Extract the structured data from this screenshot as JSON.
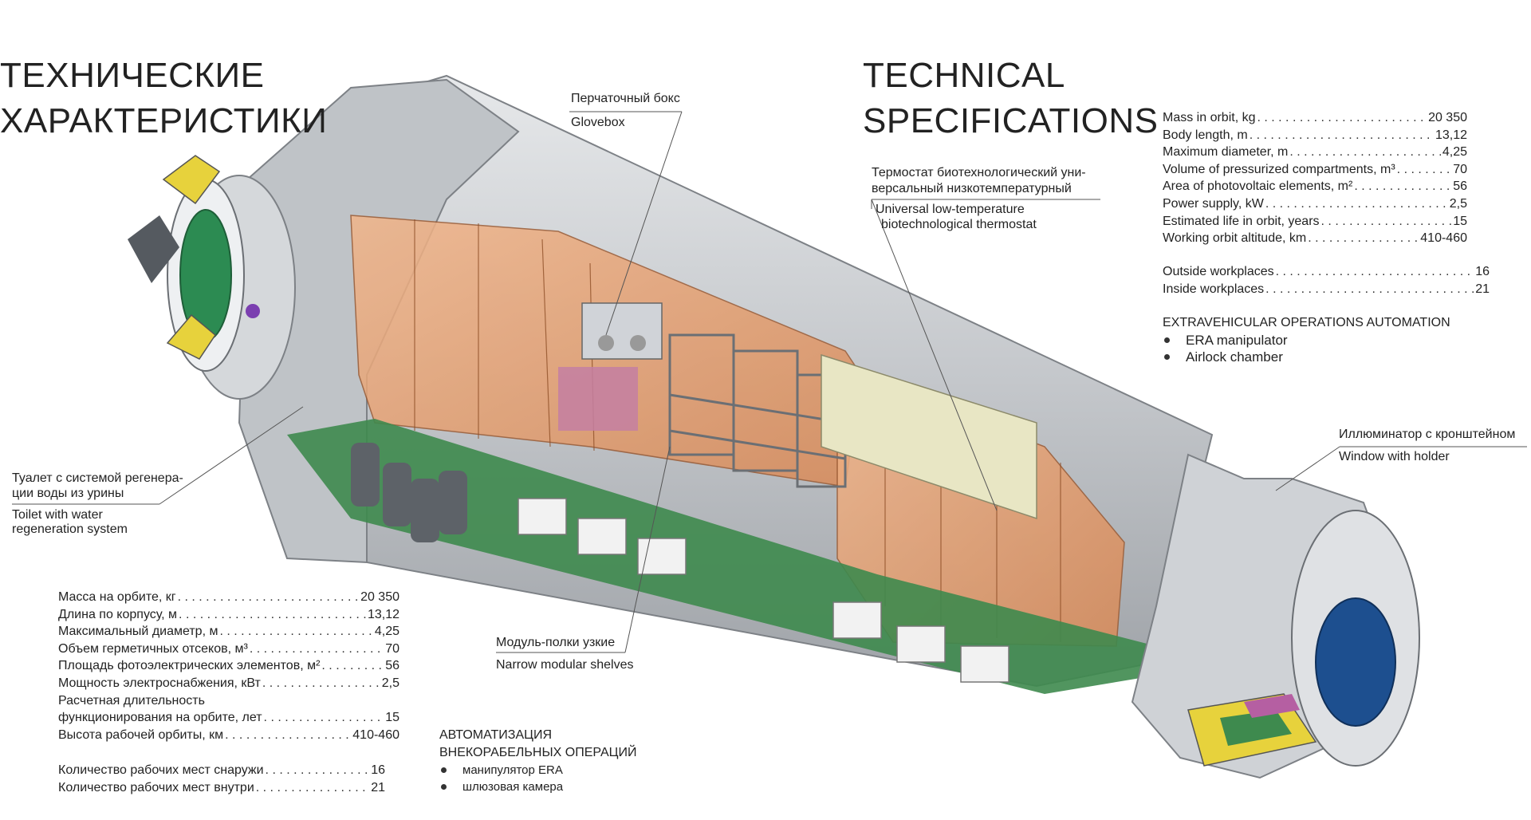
{
  "titles": {
    "ru_line1": "ТЕХНИЧЕСКИЕ",
    "ru_line2": "ХАРАКТЕРИСТИКИ",
    "en_line1": "TECHNICAL",
    "en_line2": "SPECIFICATIONS"
  },
  "callouts": {
    "glovebox_ru": "Перчаточный бокс",
    "glovebox_en": "Glovebox",
    "thermostat_ru_1": "Термостат биотехнологический уни-",
    "thermostat_ru_2": "версальный низкотемпературный",
    "thermostat_en_1": "Universal low-temperature",
    "thermostat_en_2": "biotechnological thermostat",
    "toilet_ru_1": "Туалет с системой регенера-",
    "toilet_ru_2": "ции воды из урины",
    "toilet_en_1": "Toilet with water",
    "toilet_en_2": "regeneration system",
    "window_ru": "Иллюминатор с кронштейном",
    "window_en": "Window with holder",
    "shelves_ru": "Модуль-полки узкие",
    "shelves_en": "Narrow modular shelves"
  },
  "specs_en": {
    "rows": [
      {
        "label": "Mass in orbit, kg",
        "value": "20 350"
      },
      {
        "label": "Body length, m",
        "value": "13,12"
      },
      {
        "label": "Maximum diameter, m",
        "value": "4,25"
      },
      {
        "label": "Volume of pressurized compartments, m³",
        "value": "70"
      },
      {
        "label": "Area of photovoltaic elements, m²",
        "value": "56"
      },
      {
        "label": "Power supply, kW",
        "value": "2,5"
      },
      {
        "label": "Estimated life in orbit, years",
        "value": "15"
      },
      {
        "label": "Working orbit altitude, km",
        "value": "410-460"
      }
    ],
    "workplaces": [
      {
        "label": "Outside workplaces",
        "value": "16"
      },
      {
        "label": "Inside workplaces",
        "value": "21"
      }
    ],
    "eva_heading": "EXTRAVEHICULAR OPERATIONS AUTOMATION",
    "eva_items": [
      "ERA manipulator",
      "Airlock chamber"
    ]
  },
  "specs_ru": {
    "rows": [
      {
        "label": "Масса на орбите, кг",
        "value": "20 350"
      },
      {
        "label": "Длина по корпусу, м",
        "value": "13,12"
      },
      {
        "label": "Максимальный диаметр, м",
        "value": "4,25"
      },
      {
        "label": "Объем герметичных отсеков, м³",
        "value": "70"
      },
      {
        "label": "Площадь фотоэлектрических элементов, м²",
        "value": "56"
      },
      {
        "label": "Мощность электроснабжения, кВт",
        "value": "2,5"
      }
    ],
    "life_label_1": "Расчетная длительность",
    "life_label_2": "функционирования на орбите, лет",
    "life_value": "15",
    "altitude": {
      "label": "Высота рабочей орбиты, км",
      "value": "410-460"
    },
    "workplaces": [
      {
        "label": "Количество рабочих мест снаружи",
        "value": "16"
      },
      {
        "label": "Количество рабочих мест внутри",
        "value": "21"
      }
    ],
    "eva_heading_1": "АВТОМАТИЗАЦИЯ",
    "eva_heading_2": "ВНЕКОРАБЕЛЬНЫХ ОПЕРАЦИЙ",
    "eva_items": [
      "манипулятор ERA",
      "шлюзовая камера"
    ]
  },
  "colors": {
    "hull": "#c9ccd0",
    "hull_dark": "#8e9297",
    "interior": "#e6a071",
    "floor": "#3e8a4e",
    "leader": "#555555"
  }
}
